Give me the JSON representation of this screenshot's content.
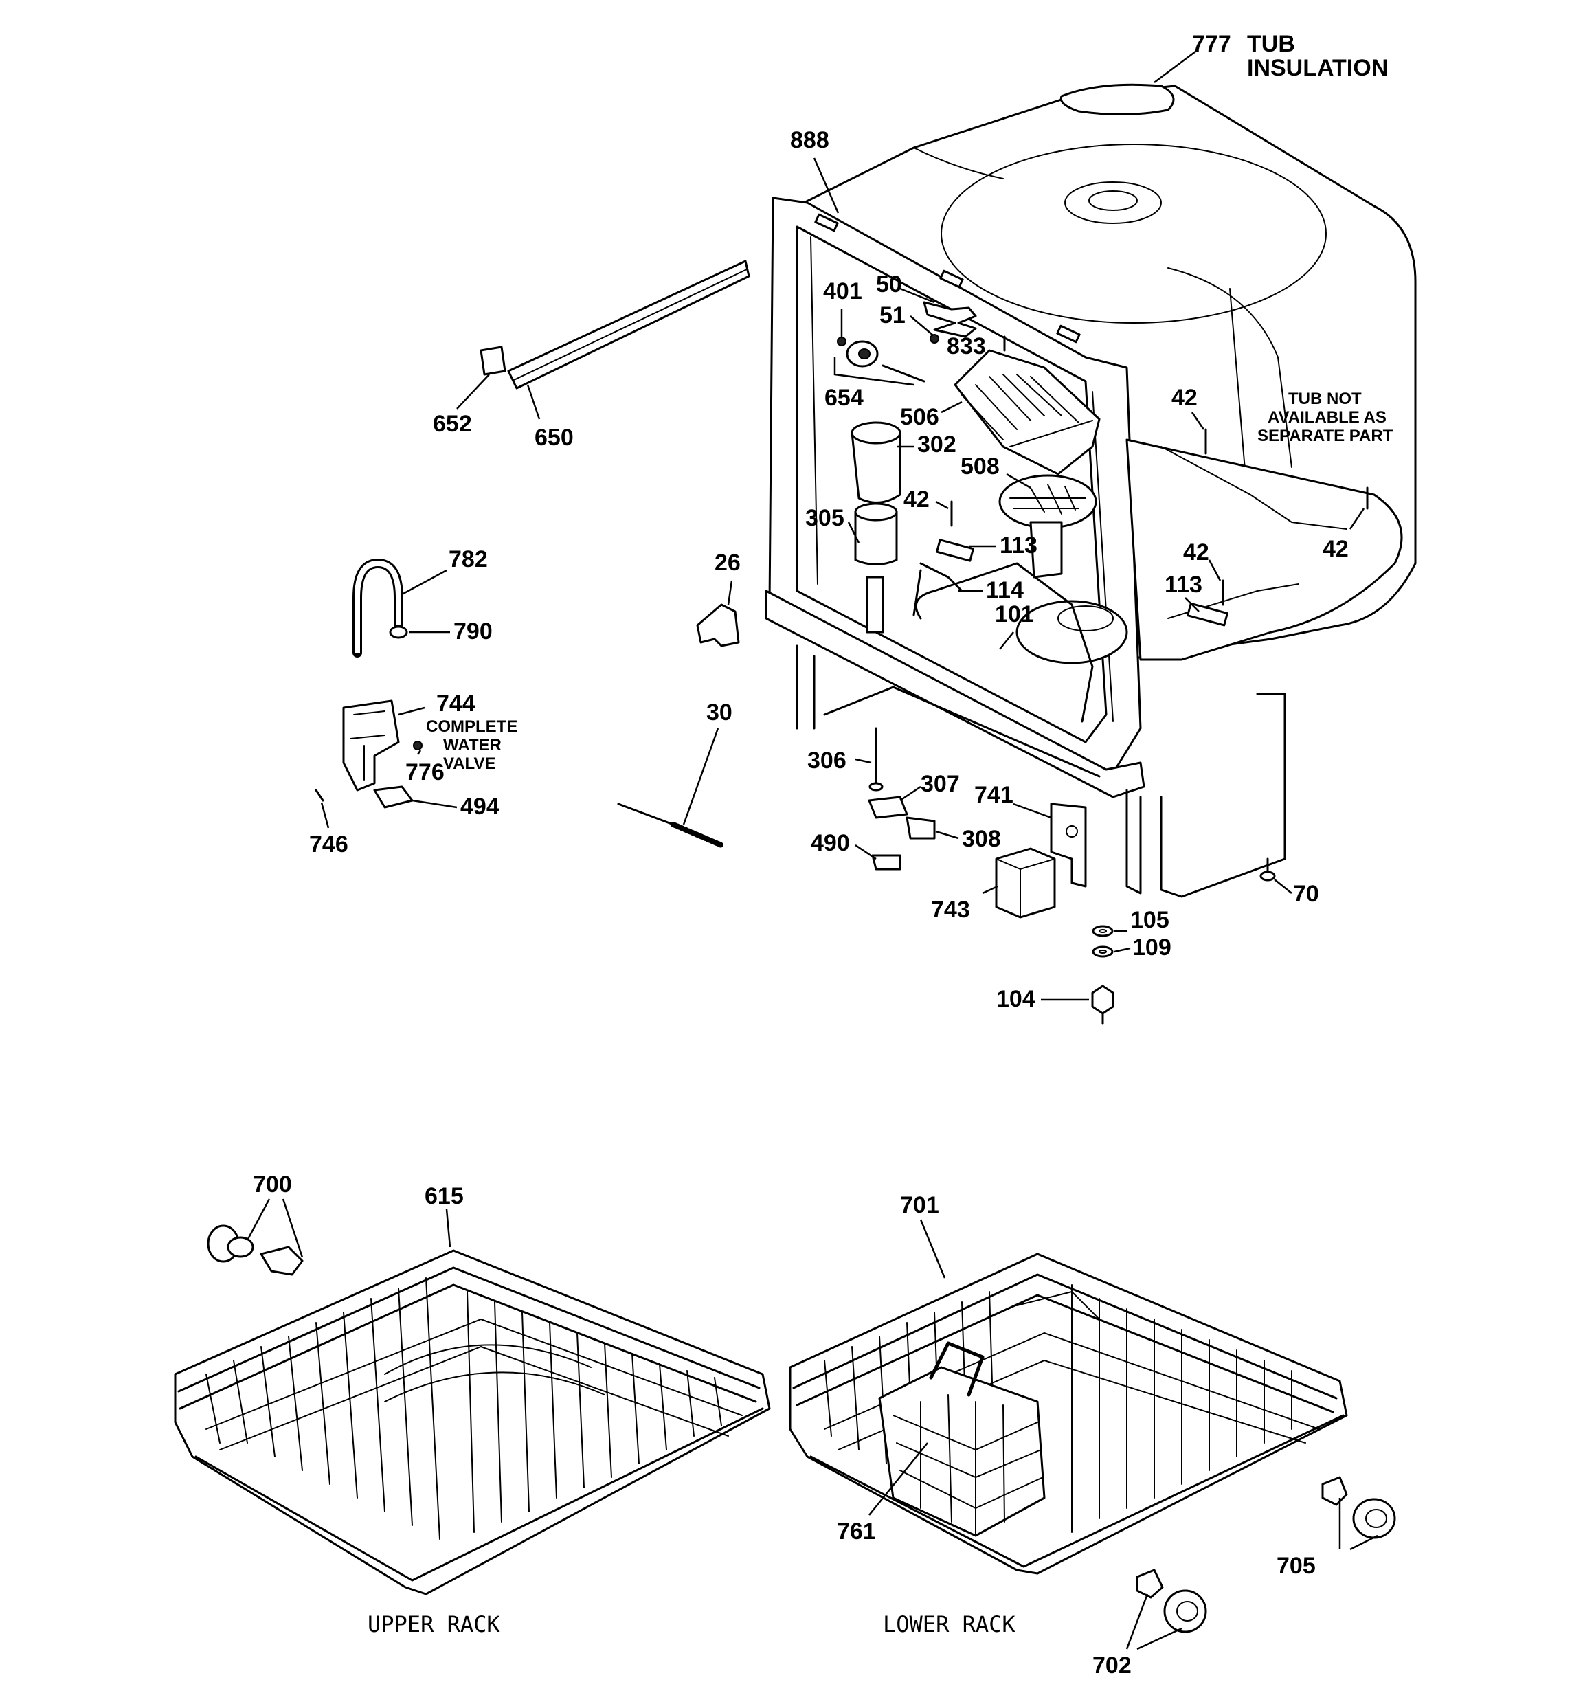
{
  "callouts": {
    "c777_num": "777",
    "c777_l1": "TUB",
    "c777_l2": "INSULATION",
    "c888": "888",
    "c401": "401",
    "c50": "50",
    "c51": "51",
    "c833": "833",
    "c654": "654",
    "c506": "506",
    "c302": "302",
    "c508": "508",
    "c42a": "42",
    "c42b": "42",
    "c42c": "42",
    "c42d": "42",
    "c305": "305",
    "c113a": "113",
    "c113b": "113",
    "c114": "114",
    "c101": "101",
    "c26": "26",
    "c652": "652",
    "c650": "650",
    "c782": "782",
    "c790": "790",
    "c744": "744",
    "c776": "776",
    "c746": "746",
    "c494": "494",
    "c30": "30",
    "c306": "306",
    "c307": "307",
    "c741": "741",
    "c490": "490",
    "c308": "308",
    "c743": "743",
    "c70": "70",
    "c105": "105",
    "c109": "109",
    "c104": "104",
    "c700": "700",
    "c615": "615",
    "c701": "701",
    "c761": "761",
    "c705": "705",
    "c702": "702"
  },
  "notes": {
    "valve_l1": "COMPLETE",
    "valve_l2": "WATER",
    "valve_l3": "VALVE",
    "tub_l1": "TUB NOT",
    "tub_l2": "AVAILABLE AS",
    "tub_l3": "SEPARATE PART"
  },
  "captions": {
    "upper": "UPPER RACK",
    "lower": "LOWER RACK"
  }
}
